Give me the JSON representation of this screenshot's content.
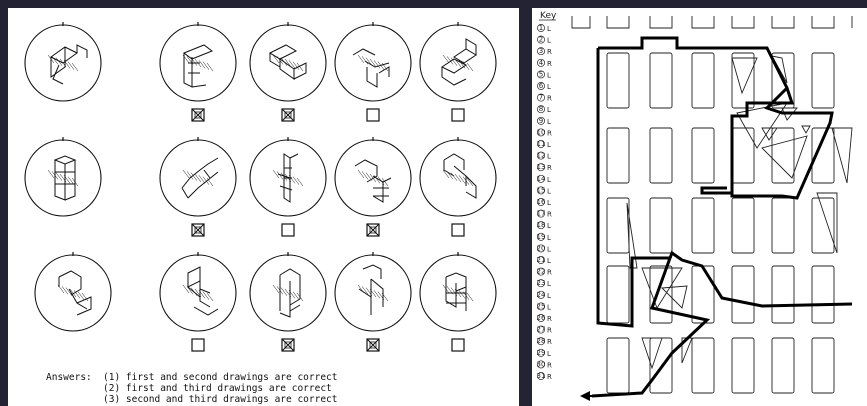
{
  "left_panel": {
    "rows": [
      {
        "row": 1,
        "checkboxes": [
          true,
          true,
          false,
          false
        ]
      },
      {
        "row": 2,
        "checkboxes": [
          true,
          false,
          true,
          false
        ]
      },
      {
        "row": 3,
        "checkboxes": [
          false,
          true,
          true,
          false
        ]
      }
    ],
    "answers": {
      "label": "Answers:",
      "items": [
        "(1) first and second drawings are correct",
        "(2) first and third drawings are correct",
        "(3) second and third drawings are correct"
      ]
    }
  },
  "right_panel": {
    "key_title": "Key",
    "key_items": [
      "1 L",
      "2 L",
      "3 R",
      "4 R",
      "5 L",
      "6 L",
      "7 R",
      "8 L",
      "9 L",
      "10 R",
      "11 L",
      "12 L",
      "13 R",
      "14 L",
      "15 L",
      "16 L",
      "17 R",
      "18 L",
      "19 L",
      "20 L",
      "21 L",
      "22 R",
      "23 L",
      "24 L",
      "25 L",
      "26 R",
      "27 R",
      "28 R",
      "29 L",
      "30 R",
      "31 R"
    ]
  }
}
